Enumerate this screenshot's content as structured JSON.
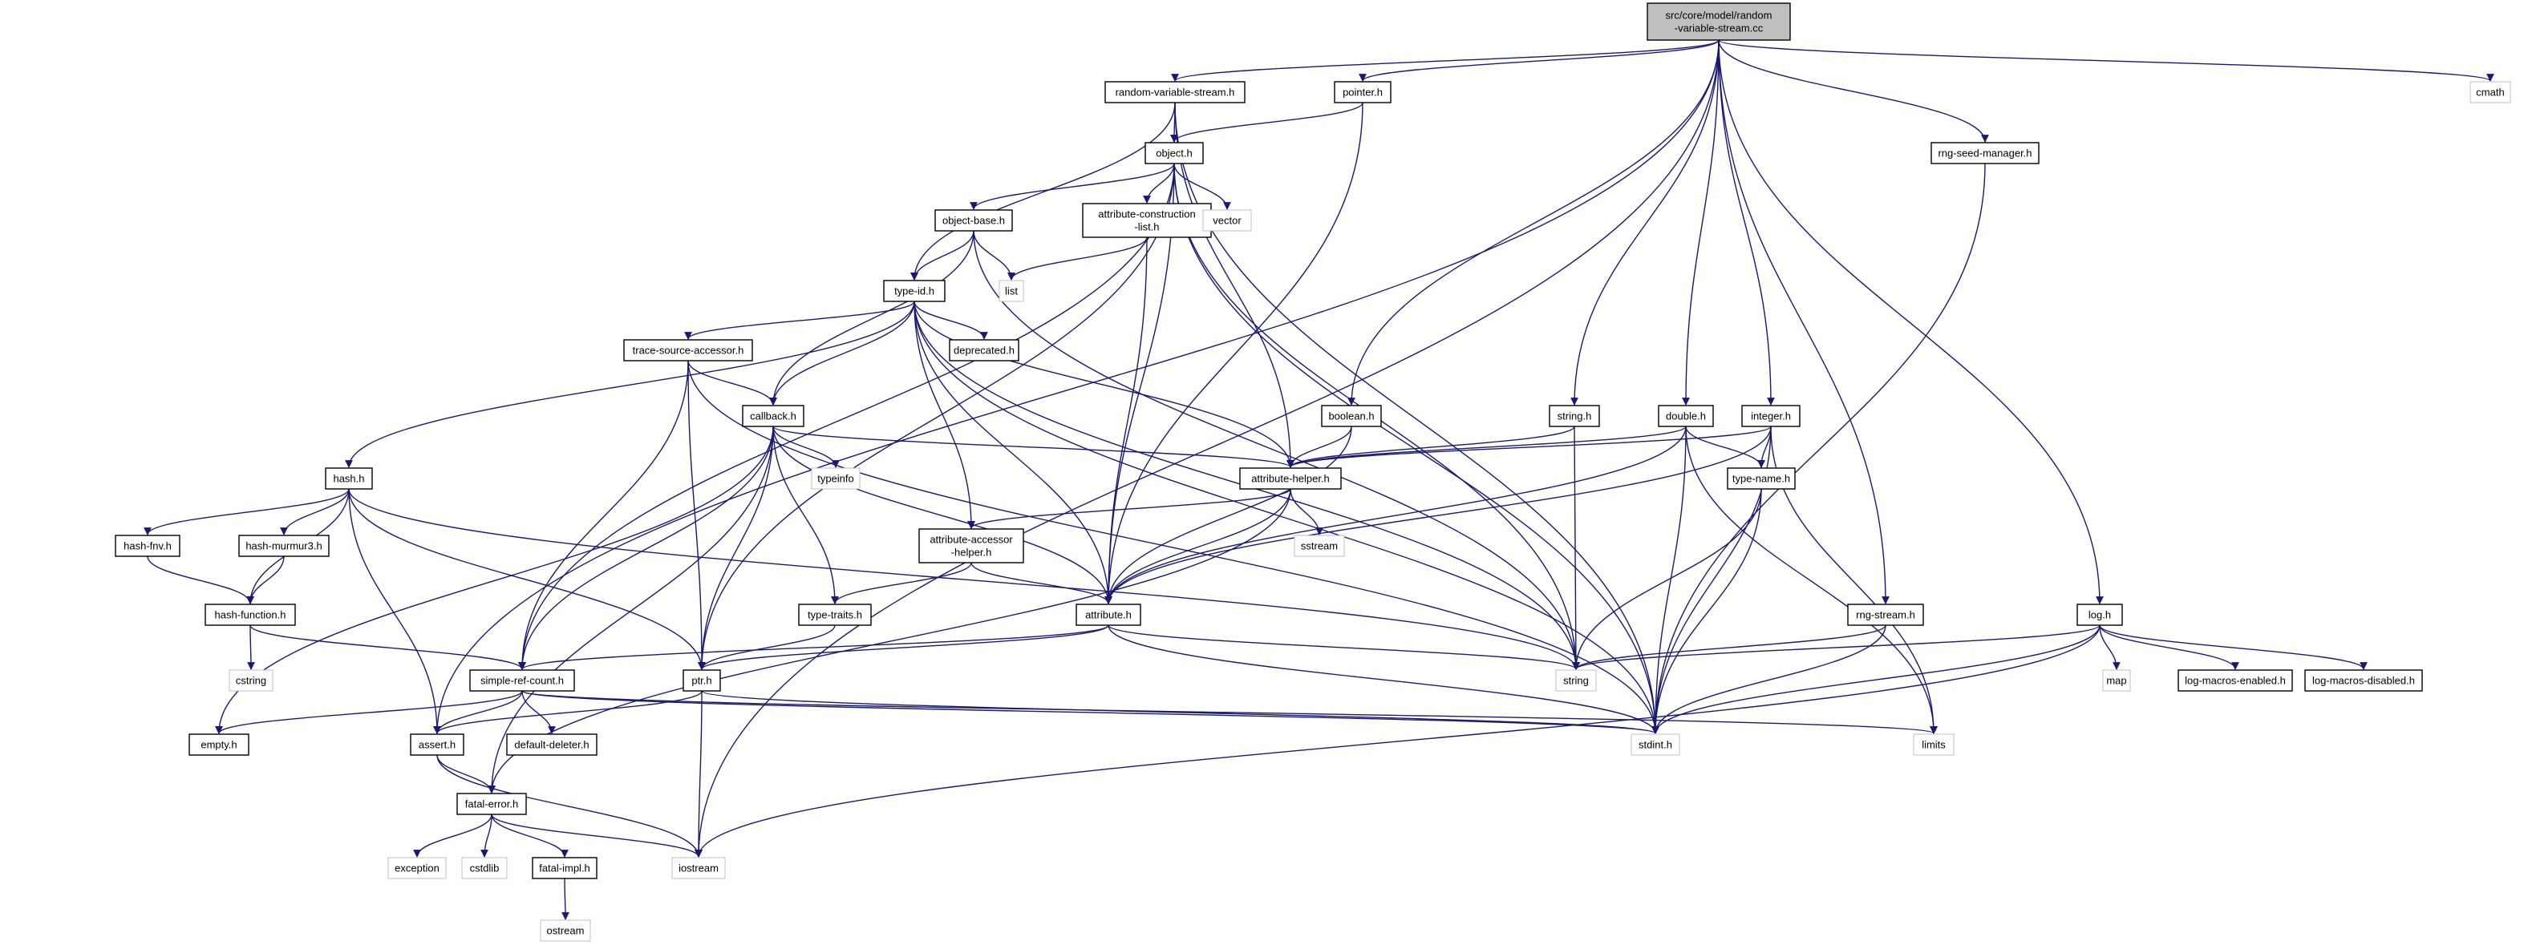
{
  "title": "src/core/model/random-variable-stream.cc",
  "colors": {
    "edge": "#191970",
    "root_fill": "#bfbfbf",
    "node_border": "#000000",
    "system_border": "#bfbfbf",
    "background": "#ffffff"
  },
  "nodes": [
    {
      "id": "root",
      "label": [
        "src/core/model/random",
        "-variable-stream.cc"
      ],
      "style": "root"
    },
    {
      "id": "rvs_h",
      "label": [
        "random-variable-stream.h"
      ],
      "style": "normal"
    },
    {
      "id": "pointer_h",
      "label": [
        "pointer.h"
      ],
      "style": "normal"
    },
    {
      "id": "cmath",
      "label": [
        "cmath"
      ],
      "style": "system"
    },
    {
      "id": "object_h",
      "label": [
        "object.h"
      ],
      "style": "normal"
    },
    {
      "id": "rngsm_h",
      "label": [
        "rng-seed-manager.h"
      ],
      "style": "normal"
    },
    {
      "id": "object_base_h",
      "label": [
        "object-base.h"
      ],
      "style": "normal"
    },
    {
      "id": "acl_h",
      "label": [
        "attribute-construction",
        "-list.h"
      ],
      "style": "normal"
    },
    {
      "id": "vector",
      "label": [
        "vector"
      ],
      "style": "system"
    },
    {
      "id": "list",
      "label": [
        "list"
      ],
      "style": "system"
    },
    {
      "id": "type_id_h",
      "label": [
        "type-id.h"
      ],
      "style": "normal"
    },
    {
      "id": "tsa_h",
      "label": [
        "trace-source-accessor.h"
      ],
      "style": "normal"
    },
    {
      "id": "deprecated_h",
      "label": [
        "deprecated.h"
      ],
      "style": "normal"
    },
    {
      "id": "callback_h",
      "label": [
        "callback.h"
      ],
      "style": "normal"
    },
    {
      "id": "boolean_h",
      "label": [
        "boolean.h"
      ],
      "style": "normal"
    },
    {
      "id": "string_h",
      "label": [
        "string.h"
      ],
      "style": "normal"
    },
    {
      "id": "double_h",
      "label": [
        "double.h"
      ],
      "style": "normal"
    },
    {
      "id": "integer_h",
      "label": [
        "integer.h"
      ],
      "style": "normal"
    },
    {
      "id": "hash_h",
      "label": [
        "hash.h"
      ],
      "style": "normal"
    },
    {
      "id": "typeinfo",
      "label": [
        "typeinfo"
      ],
      "style": "system"
    },
    {
      "id": "attr_helper_h",
      "label": [
        "attribute-helper.h"
      ],
      "style": "normal"
    },
    {
      "id": "type_name_h",
      "label": [
        "type-name.h"
      ],
      "style": "normal"
    },
    {
      "id": "hash_fnv_h",
      "label": [
        "hash-fnv.h"
      ],
      "style": "normal"
    },
    {
      "id": "hash_murmur3_h",
      "label": [
        "hash-murmur3.h"
      ],
      "style": "normal"
    },
    {
      "id": "aah_h",
      "label": [
        "attribute-accessor",
        "-helper.h"
      ],
      "style": "normal"
    },
    {
      "id": "sstream",
      "label": [
        "sstream"
      ],
      "style": "system"
    },
    {
      "id": "hash_function_h",
      "label": [
        "hash-function.h"
      ],
      "style": "normal"
    },
    {
      "id": "type_traits_h",
      "label": [
        "type-traits.h"
      ],
      "style": "normal"
    },
    {
      "id": "attribute_h",
      "label": [
        "attribute.h"
      ],
      "style": "normal"
    },
    {
      "id": "rng_stream_h",
      "label": [
        "rng-stream.h"
      ],
      "style": "normal"
    },
    {
      "id": "log_h",
      "label": [
        "log.h"
      ],
      "style": "normal"
    },
    {
      "id": "cstring",
      "label": [
        "cstring"
      ],
      "style": "system"
    },
    {
      "id": "src_h",
      "label": [
        "simple-ref-count.h"
      ],
      "style": "normal"
    },
    {
      "id": "ptr_h",
      "label": [
        "ptr.h"
      ],
      "style": "normal"
    },
    {
      "id": "string",
      "label": [
        "string"
      ],
      "style": "system"
    },
    {
      "id": "map",
      "label": [
        "map"
      ],
      "style": "system"
    },
    {
      "id": "lme_h",
      "label": [
        "log-macros-enabled.h"
      ],
      "style": "normal"
    },
    {
      "id": "lmd_h",
      "label": [
        "log-macros-disabled.h"
      ],
      "style": "normal"
    },
    {
      "id": "empty_h",
      "label": [
        "empty.h"
      ],
      "style": "normal"
    },
    {
      "id": "assert_h",
      "label": [
        "assert.h"
      ],
      "style": "normal"
    },
    {
      "id": "default_deleter_h",
      "label": [
        "default-deleter.h"
      ],
      "style": "normal"
    },
    {
      "id": "stdint_h",
      "label": [
        "stdint.h"
      ],
      "style": "system"
    },
    {
      "id": "limits",
      "label": [
        "limits"
      ],
      "style": "system"
    },
    {
      "id": "fatal_error_h",
      "label": [
        "fatal-error.h"
      ],
      "style": "normal"
    },
    {
      "id": "exception",
      "label": [
        "exception"
      ],
      "style": "system"
    },
    {
      "id": "cstdlib",
      "label": [
        "cstdlib"
      ],
      "style": "system"
    },
    {
      "id": "fatal_impl_h",
      "label": [
        "fatal-impl.h"
      ],
      "style": "normal"
    },
    {
      "id": "iostream",
      "label": [
        "iostream"
      ],
      "style": "system"
    },
    {
      "id": "ostream",
      "label": [
        "ostream"
      ],
      "style": "system"
    }
  ],
  "edges": [
    [
      "root",
      "rvs_h"
    ],
    [
      "root",
      "pointer_h"
    ],
    [
      "root",
      "cmath"
    ],
    [
      "root",
      "rngsm_h"
    ],
    [
      "root",
      "boolean_h"
    ],
    [
      "root",
      "string_h"
    ],
    [
      "root",
      "double_h"
    ],
    [
      "root",
      "integer_h"
    ],
    [
      "root",
      "rng_stream_h"
    ],
    [
      "root",
      "log_h"
    ],
    [
      "root",
      "assert_h"
    ],
    [
      "root",
      "iostream"
    ],
    [
      "rvs_h",
      "object_h"
    ],
    [
      "rvs_h",
      "type_id_h"
    ],
    [
      "rvs_h",
      "attr_helper_h"
    ],
    [
      "rvs_h",
      "stdint_h"
    ],
    [
      "pointer_h",
      "object_h"
    ],
    [
      "pointer_h",
      "attribute_h"
    ],
    [
      "object_h",
      "object_base_h"
    ],
    [
      "object_h",
      "acl_h"
    ],
    [
      "object_h",
      "vector"
    ],
    [
      "object_h",
      "attribute_h"
    ],
    [
      "object_h",
      "ptr_h"
    ],
    [
      "object_h",
      "src_h"
    ],
    [
      "object_h",
      "string"
    ],
    [
      "object_h",
      "stdint_h"
    ],
    [
      "object_base_h",
      "type_id_h"
    ],
    [
      "object_base_h",
      "list"
    ],
    [
      "object_base_h",
      "callback_h"
    ],
    [
      "object_base_h",
      "string"
    ],
    [
      "acl_h",
      "list"
    ],
    [
      "acl_h",
      "attribute_h"
    ],
    [
      "type_id_h",
      "tsa_h"
    ],
    [
      "type_id_h",
      "deprecated_h"
    ],
    [
      "type_id_h",
      "callback_h"
    ],
    [
      "type_id_h",
      "hash_h"
    ],
    [
      "type_id_h",
      "attr_helper_h"
    ],
    [
      "type_id_h",
      "aah_h"
    ],
    [
      "type_id_h",
      "attribute_h"
    ],
    [
      "type_id_h",
      "string"
    ],
    [
      "type_id_h",
      "stdint_h"
    ],
    [
      "tsa_h",
      "callback_h"
    ],
    [
      "tsa_h",
      "ptr_h"
    ],
    [
      "tsa_h",
      "src_h"
    ],
    [
      "tsa_h",
      "stdint_h"
    ],
    [
      "callback_h",
      "typeinfo"
    ],
    [
      "callback_h",
      "attr_helper_h"
    ],
    [
      "callback_h",
      "attribute_h"
    ],
    [
      "callback_h",
      "type_traits_h"
    ],
    [
      "callback_h",
      "ptr_h"
    ],
    [
      "callback_h",
      "src_h"
    ],
    [
      "callback_h",
      "empty_h"
    ],
    [
      "callback_h",
      "fatal_error_h"
    ],
    [
      "boolean_h",
      "attr_helper_h"
    ],
    [
      "boolean_h",
      "attribute_h"
    ],
    [
      "string_h",
      "attr_helper_h"
    ],
    [
      "string_h",
      "string"
    ],
    [
      "double_h",
      "attr_helper_h"
    ],
    [
      "double_h",
      "type_name_h"
    ],
    [
      "double_h",
      "attribute_h"
    ],
    [
      "double_h",
      "stdint_h"
    ],
    [
      "double_h",
      "limits"
    ],
    [
      "integer_h",
      "attr_helper_h"
    ],
    [
      "integer_h",
      "type_name_h"
    ],
    [
      "integer_h",
      "attribute_h"
    ],
    [
      "integer_h",
      "stdint_h"
    ],
    [
      "integer_h",
      "limits"
    ],
    [
      "hash_h",
      "hash_fnv_h"
    ],
    [
      "hash_h",
      "hash_murmur3_h"
    ],
    [
      "hash_h",
      "hash_function_h"
    ],
    [
      "hash_h",
      "assert_h"
    ],
    [
      "hash_h",
      "ptr_h"
    ],
    [
      "hash_h",
      "string"
    ],
    [
      "attr_helper_h",
      "aah_h"
    ],
    [
      "attr_helper_h",
      "attribute_h"
    ],
    [
      "attr_helper_h",
      "sstream"
    ],
    [
      "attr_helper_h",
      "fatal_error_h"
    ],
    [
      "type_name_h",
      "stdint_h"
    ],
    [
      "type_name_h",
      "string"
    ],
    [
      "hash_fnv_h",
      "hash_function_h"
    ],
    [
      "hash_murmur3_h",
      "hash_function_h"
    ],
    [
      "aah_h",
      "attribute_h"
    ],
    [
      "aah_h",
      "type_traits_h"
    ],
    [
      "hash_function_h",
      "cstring"
    ],
    [
      "hash_function_h",
      "src_h"
    ],
    [
      "type_traits_h",
      "ptr_h"
    ],
    [
      "attribute_h",
      "ptr_h"
    ],
    [
      "attribute_h",
      "src_h"
    ],
    [
      "attribute_h",
      "string"
    ],
    [
      "attribute_h",
      "stdint_h"
    ],
    [
      "rng_stream_h",
      "string"
    ],
    [
      "rng_stream_h",
      "stdint_h"
    ],
    [
      "rngsm_h",
      "stdint_h"
    ],
    [
      "log_h",
      "string"
    ],
    [
      "log_h",
      "map"
    ],
    [
      "log_h",
      "lme_h"
    ],
    [
      "log_h",
      "lmd_h"
    ],
    [
      "log_h",
      "stdint_h"
    ],
    [
      "log_h",
      "iostream"
    ],
    [
      "src_h",
      "empty_h"
    ],
    [
      "src_h",
      "default_deleter_h"
    ],
    [
      "src_h",
      "assert_h"
    ],
    [
      "src_h",
      "stdint_h"
    ],
    [
      "src_h",
      "limits"
    ],
    [
      "ptr_h",
      "assert_h"
    ],
    [
      "ptr_h",
      "iostream"
    ],
    [
      "ptr_h",
      "stdint_h"
    ],
    [
      "assert_h",
      "fatal_error_h"
    ],
    [
      "assert_h",
      "iostream"
    ],
    [
      "fatal_error_h",
      "exception"
    ],
    [
      "fatal_error_h",
      "cstdlib"
    ],
    [
      "fatal_error_h",
      "fatal_impl_h"
    ],
    [
      "fatal_error_h",
      "iostream"
    ],
    [
      "fatal_impl_h",
      "ostream"
    ]
  ]
}
